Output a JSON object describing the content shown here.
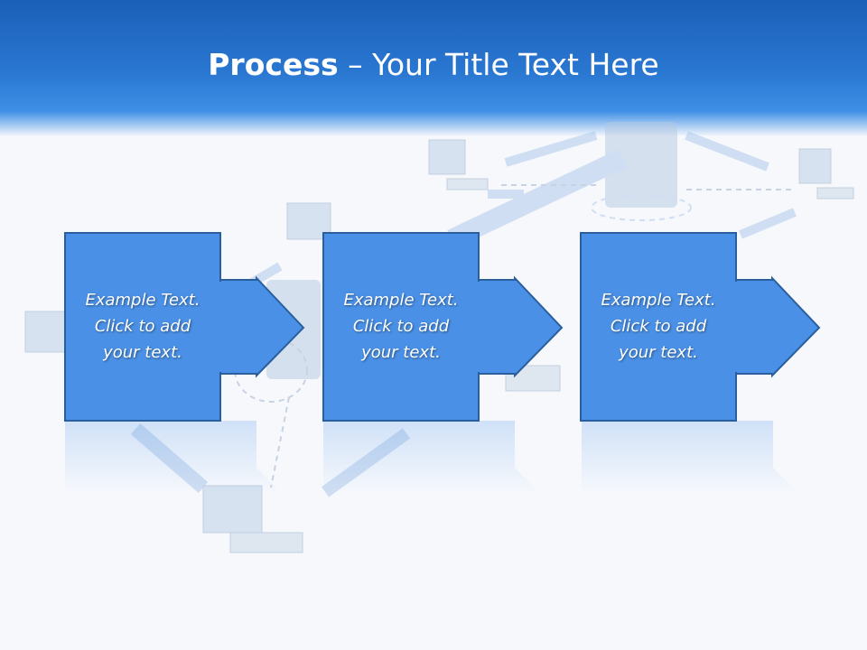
{
  "slide": {
    "title_bold": "Process",
    "title_rest": " – Your Title Text Here"
  },
  "steps": [
    {
      "lines": [
        "Example Text.",
        "Click  to add",
        "your text."
      ]
    },
    {
      "lines": [
        "Example Text.",
        "Click  to add",
        "your text."
      ]
    },
    {
      "lines": [
        "Example Text.",
        "Click  to add",
        "your text."
      ]
    }
  ],
  "colors": {
    "header_top": "#1b5fb8",
    "box_fill": "#4a90e6",
    "box_stroke": "#2a5f9e"
  }
}
